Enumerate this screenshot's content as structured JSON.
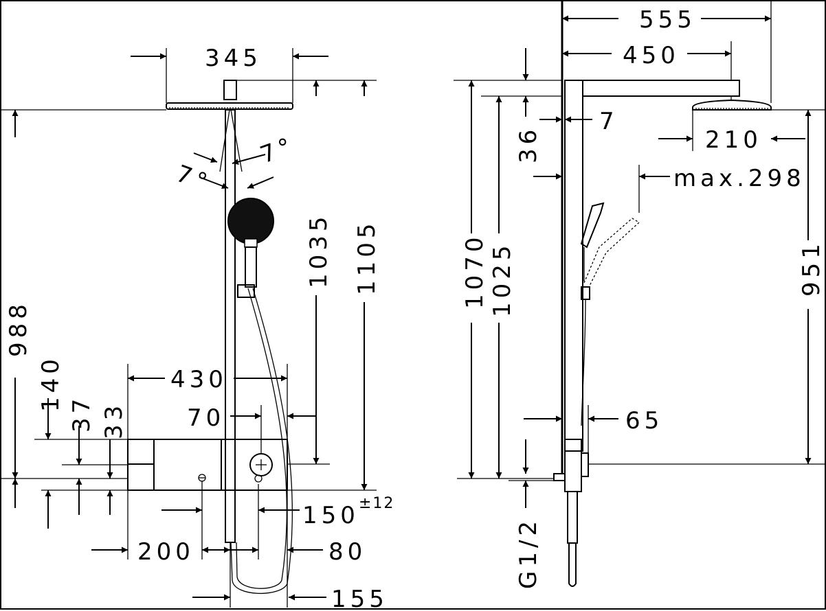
{
  "front_view": {
    "dims": {
      "showerhead_width": "345",
      "head_height": "1035",
      "total_height": "1105",
      "thermostat_height": "988",
      "offset_140": "140",
      "offset_37": "37",
      "offset_33": "33",
      "thermostat_width": "430",
      "wall_gap": "70",
      "hose_distance": "150",
      "tolerance": "±12",
      "connection_spacing": "200",
      "outlet_80": "80",
      "bottom_155": "155",
      "tilt_left": "7°",
      "tilt_right": "7°"
    }
  },
  "side_view": {
    "dims": {
      "arm_total": "555",
      "arm_length": "450",
      "top_36": "36",
      "wall_7": "7",
      "head_diameter": "210",
      "handshower_reach": "max.298",
      "height_1070": "1070",
      "height_1025": "1025",
      "height_951": "951",
      "depth_65": "65",
      "thread": "G1/2"
    }
  }
}
